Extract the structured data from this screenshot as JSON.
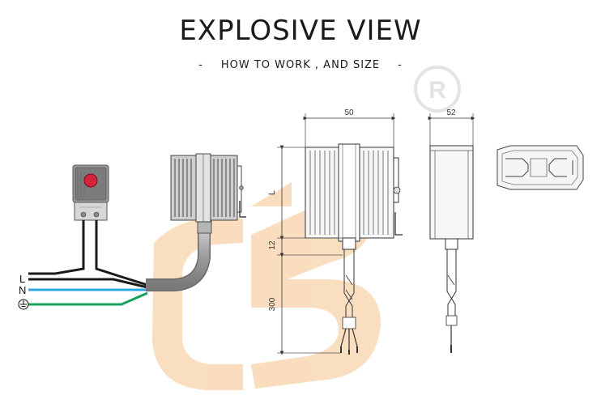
{
  "header": {
    "title": "EXPLOSIVE VIEW",
    "subtitle": "HOW TO WORK , AND SIZE",
    "dash_left": "-",
    "dash_right": "-"
  },
  "wiring": {
    "line_label": "L",
    "neutral_label": "N",
    "earth_label": "⏚",
    "line_color": "#1a1a1a",
    "neutral_color": "#29a9e0",
    "earth_color": "#17a05a"
  },
  "dimensions": {
    "width_front": "50",
    "width_side": "52",
    "height_label": "L",
    "gap_label": "12",
    "cable_length": "300"
  },
  "watermark": {
    "mark": "R"
  },
  "colors": {
    "thermostat_dot": "#d4243a",
    "watermark_orange": "#f6c38c"
  }
}
